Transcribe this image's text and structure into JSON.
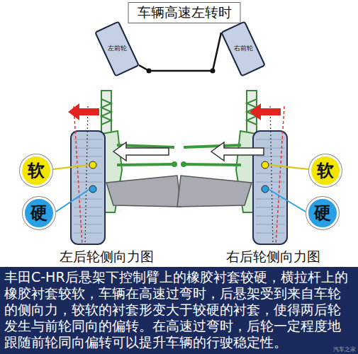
{
  "diagram": {
    "title": "车辆高速左转时",
    "caption": "丰田C-HR后悬架下控制臂上的橡胶衬套较硬，横拉杆上的橡胶衬套较软，车辆在高速过弯时，后悬架受到来自车轮的侧向力，较软的衬套形变大于较硬的衬套，使得两后轮发生与前轮同向的偏转。在高速过弯时，后轮一定程度地跟随前轮同向偏转可以提升车辆的行驶稳定性。",
    "nodes": [
      {
        "text": [
          "左前轮"
        ]
      },
      {
        "text": [
          "右前轮"
        ]
      },
      {
        "text": [
          "软"
        ]
      },
      {
        "text": [
          "硬"
        ]
      },
      {
        "text": [
          "软"
        ]
      },
      {
        "text": [
          "硬"
        ]
      }
    ],
    "edges": [
      {
        "from": 0,
        "to": 1,
        "arrow": "none"
      }
    ],
    "labels": [
      "左后轮侧向力图",
      "右后轮侧向力图",
      "汽车之家"
    ]
  }
}
